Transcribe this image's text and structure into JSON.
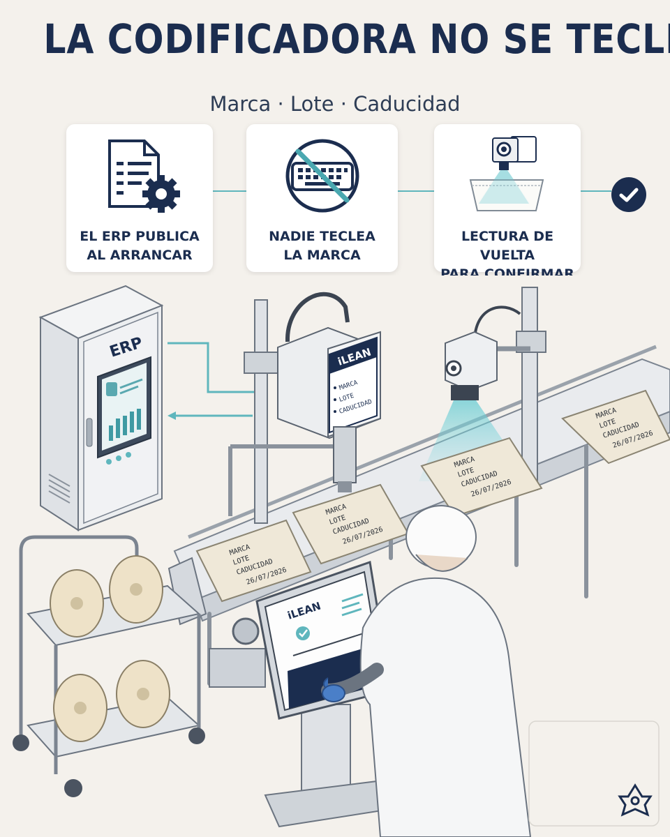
{
  "header": {
    "title": "LA CODIFICADORA NO SE TECLEA",
    "subtitle": "Marca · Lote · Caducidad"
  },
  "steps": [
    {
      "label_line1": "EL ERP PUBLICA",
      "label_line2": "AL ARRANCAR",
      "icon": "document-gear-icon"
    },
    {
      "label_line1": "NADIE TECLEA",
      "label_line2": "LA MARCA",
      "icon": "no-keyboard-icon"
    },
    {
      "label_line1": "LECTURA DE VUELTA",
      "label_line2": "PARA CONFIRMAR",
      "icon": "camera-scan-icon"
    }
  ],
  "erp": {
    "label": "ERP"
  },
  "coder": {
    "brand": "iLEAN",
    "fields": [
      "MARCA",
      "LOTE",
      "CADUCIDAD"
    ]
  },
  "bag_label": {
    "line1": "MARCA",
    "line2": "LOTE",
    "line3": "CADUCIDAD",
    "date": "26/07/2026"
  },
  "hmi": {
    "brand": "iLEAN"
  },
  "colors": {
    "navy": "#1b2d4f",
    "teal": "#5fb6bd",
    "background": "#f4f1ec"
  }
}
